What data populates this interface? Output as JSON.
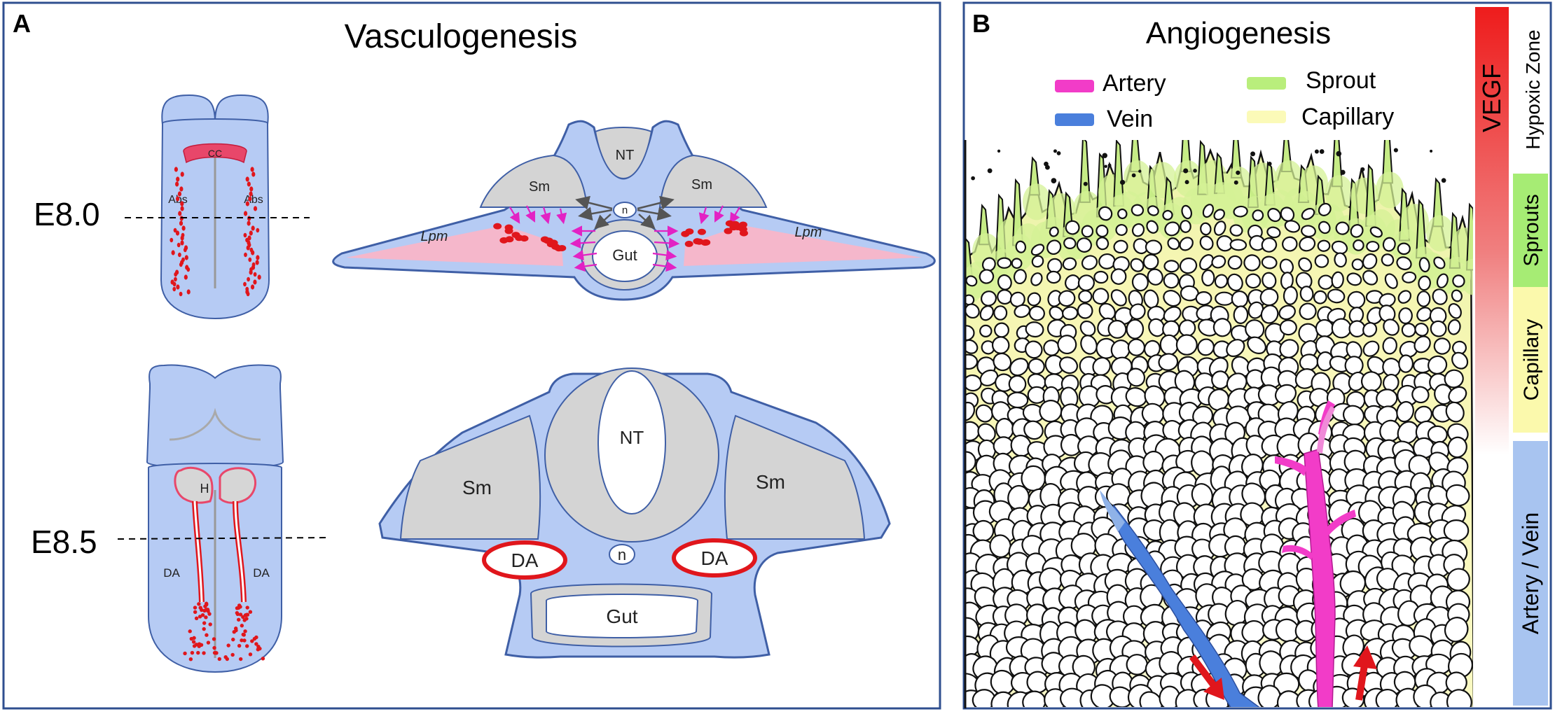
{
  "panel_a": {
    "letter": "A",
    "title": "Vasculogenesis",
    "stage1": {
      "label": "E8.0",
      "embryo_labels": {
        "cc": "CC",
        "abs_left": "Abs",
        "abs_right": "Abs"
      },
      "section_labels": {
        "nt": "NT",
        "sm_left": "Sm",
        "sm_right": "Sm",
        "n": "n",
        "gut": "Gut",
        "lpm_left": "Lpm",
        "lpm_right": "Lpm"
      }
    },
    "stage2": {
      "label": "E8.5",
      "embryo_labels": {
        "h": "H",
        "da_left": "DA",
        "da_right": "DA"
      },
      "section_labels": {
        "nt": "NT",
        "sm_left": "Sm",
        "sm_right": "Sm",
        "da_left": "DA",
        "da_right": "DA",
        "n": "n",
        "gut": "Gut"
      }
    }
  },
  "panel_b": {
    "letter": "B",
    "title": "Angiogenesis",
    "legend": [
      {
        "label": "Artery",
        "color": "#f23cc8"
      },
      {
        "label": "Vein",
        "color": "#4a7fdc"
      },
      {
        "label": "Sprout",
        "color": "#b9ee7c"
      },
      {
        "label": "Capillary",
        "color": "#fbfab8"
      }
    ],
    "gradient_label": "VEGF",
    "zones": [
      {
        "label": "Hypoxic Zone",
        "color": "#ffffff"
      },
      {
        "label": "Sprouts",
        "color": "#a6ec74"
      },
      {
        "label": "Capillary",
        "color": "#fbf9ac"
      },
      {
        "label": "Artery / Vein",
        "color": "#a8c4f0"
      }
    ]
  },
  "colors": {
    "panel_border": "#2f4f8f",
    "tissue_blue": "#b6cbf4",
    "tissue_stroke": "#3f5fa6",
    "somite_gray": "#d4d4d4",
    "lpm_pink": "#f5b7cb",
    "blood_red": "#e0161c",
    "arrow_magenta": "#e222c4",
    "vegf_red": "#ee1c1c"
  }
}
